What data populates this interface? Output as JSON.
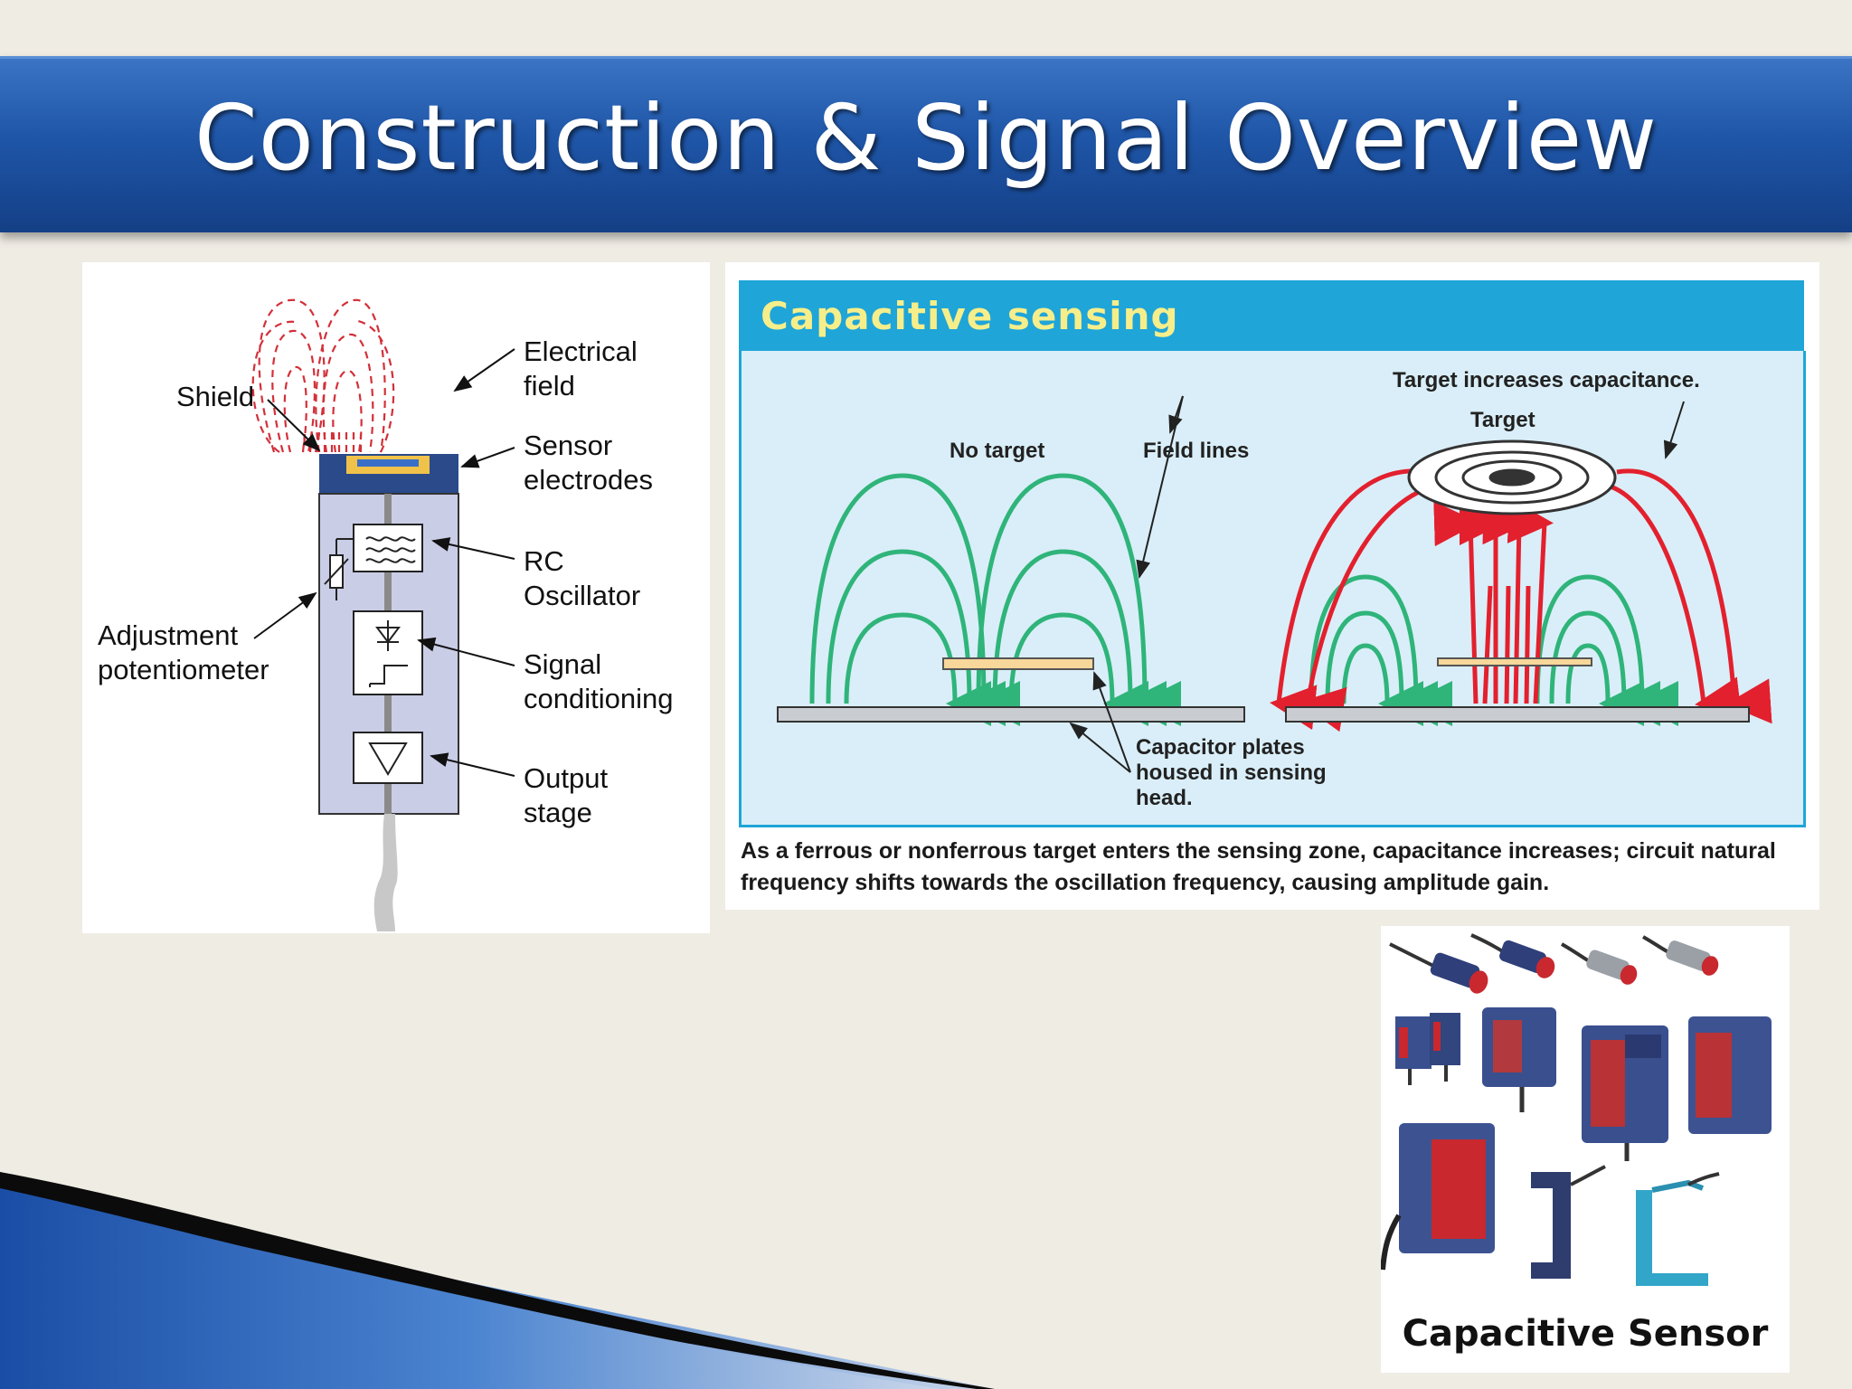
{
  "slide": {
    "title": "Construction & Signal Overview"
  },
  "left_diagram": {
    "labels": {
      "shield": "Shield",
      "electrical_field_1": "Electrical",
      "electrical_field_2": "field",
      "sensor_electrodes_1": "Sensor",
      "sensor_electrodes_2": "electrodes",
      "rc_oscillator_1": "RC",
      "rc_oscillator_2": "Oscillator",
      "adjustment_1": "Adjustment",
      "adjustment_2": "potentiometer",
      "signal_conditioning_1": "Signal",
      "signal_conditioning_2": "conditioning",
      "output_stage_1": "Output",
      "output_stage_2": "stage"
    }
  },
  "capacitive_sensing": {
    "title": "Capacitive sensing",
    "labels": {
      "target_increases": "Target increases capacitance.",
      "target": "Target",
      "no_target": "No target",
      "field_lines": "Field lines",
      "capacitor_plates_1": "Capacitor plates",
      "capacitor_plates_2": "housed in sensing",
      "capacitor_plates_3": "head."
    },
    "caption": "As a ferrous or nonferrous target enters the sensing zone, capacitance increases; circuit natural frequency shifts towards the oscillation frequency, causing amplitude gain."
  },
  "photo": {
    "caption": "Capacitive Sensor"
  },
  "colors": {
    "title_bar": "#1f56a8",
    "field_green": "#2fb47a",
    "field_red": "#e3202e",
    "header_cyan": "#1fa5d8",
    "header_text": "#f6ee8a"
  }
}
